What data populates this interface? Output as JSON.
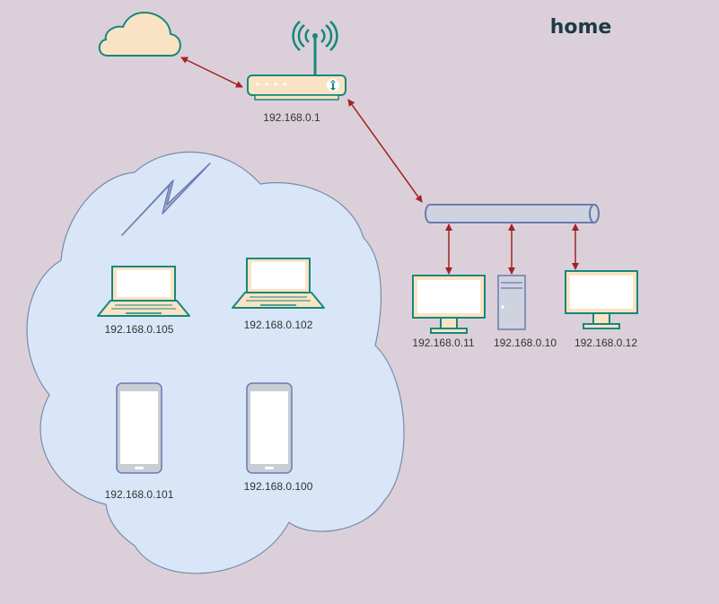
{
  "title": "home",
  "colors": {
    "background": "#dbd0d9",
    "title": "#1e3a44",
    "device_fill": "#fae3c4",
    "device_stroke": "#16887d",
    "screen": "#ffffff",
    "cloud_fill": "#d8e6f7",
    "cloud_stroke": "#7a8aaa",
    "bus_fill": "#ced3df",
    "bus_stroke": "#6b7ab0",
    "phone_body": "#c8cdd6",
    "link": "#a32222"
  },
  "router": {
    "label": "192.168.0.1",
    "icon": "wifi-router-icon"
  },
  "internet": {
    "icon": "cloud-icon"
  },
  "wireless": {
    "icon": "lightning-bolt-icon",
    "laptops": [
      {
        "label": "192.168.0.105",
        "icon": "laptop-icon"
      },
      {
        "label": "192.168.0.102",
        "icon": "laptop-icon"
      }
    ],
    "phones": [
      {
        "label": "192.168.0.101",
        "icon": "smartphone-icon"
      },
      {
        "label": "192.168.0.100",
        "icon": "smartphone-icon"
      }
    ]
  },
  "wired": [
    {
      "label": "192.168.0.11",
      "icon": "monitor-icon"
    },
    {
      "label": "192.168.0.10",
      "icon": "server-tower-icon"
    },
    {
      "label": "192.168.0.12",
      "icon": "monitor-icon"
    }
  ],
  "bus": {
    "icon": "ethernet-bus-icon"
  }
}
